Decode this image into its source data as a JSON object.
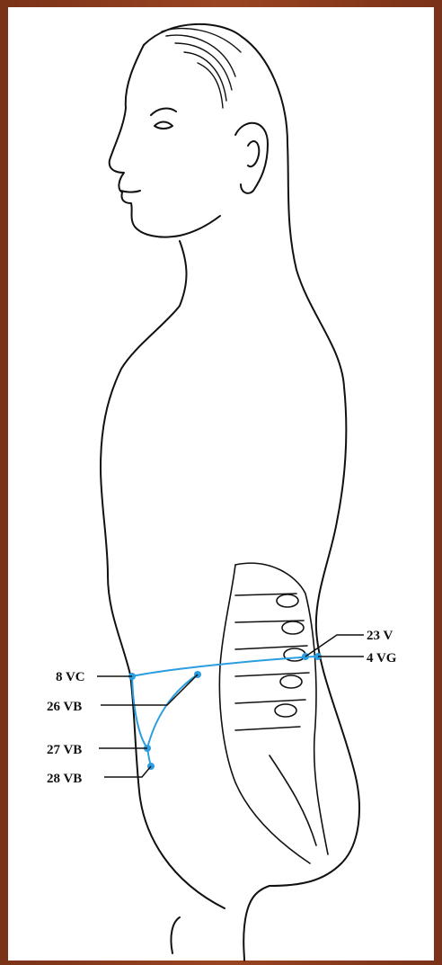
{
  "figure": {
    "colors": {
      "frame": "#8a3a1e",
      "outline": "#111111",
      "meridian": "#2a9ee0",
      "point": "#2a9ee0"
    },
    "points": [
      {
        "id": "8vc",
        "label": "8 VC"
      },
      {
        "id": "26vb",
        "label": "26 VB"
      },
      {
        "id": "27vb",
        "label": "27 VB"
      },
      {
        "id": "28vb",
        "label": "28 VB"
      },
      {
        "id": "23v",
        "label": "23 V"
      },
      {
        "id": "4vg",
        "label": "4 VG"
      }
    ]
  }
}
